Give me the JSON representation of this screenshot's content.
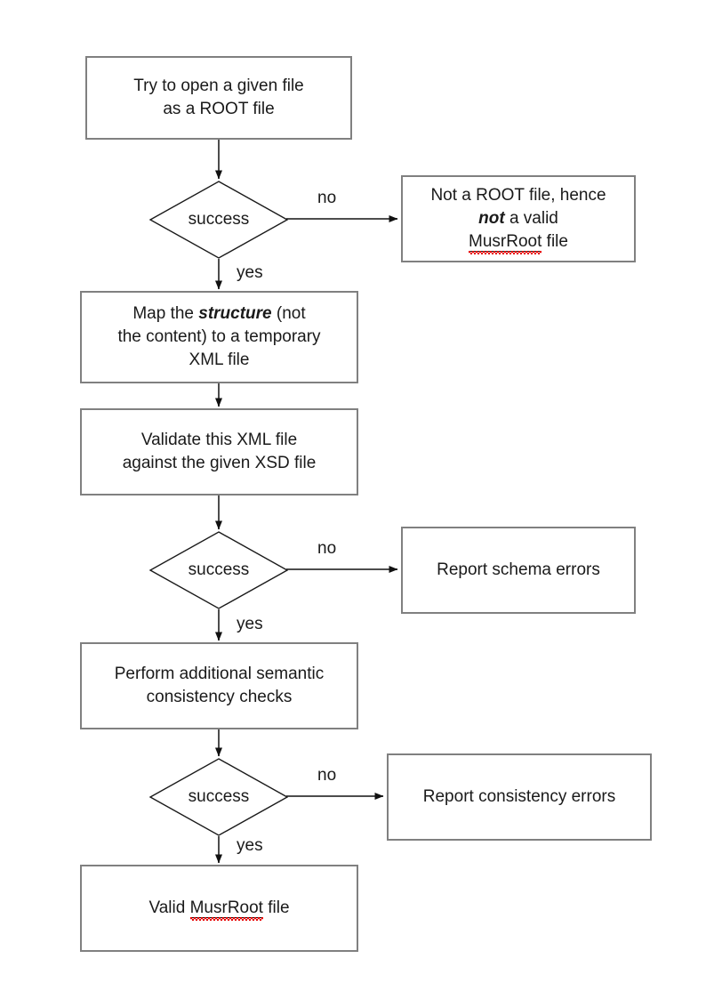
{
  "diagram": {
    "type": "flowchart",
    "title": "MusrRoot file validation flowchart",
    "colors": {
      "box_border": "#808080",
      "diamond_border": "#1a1a1a",
      "edge": "#4d4d4d",
      "text": "#1a1a1a",
      "spellcheck_underline": "#e60000",
      "background": "#ffffff"
    },
    "nodes": {
      "open_root": {
        "shape": "process",
        "line1": "Try to open a given file",
        "line2": "as a ROOT file"
      },
      "decision_open": {
        "shape": "decision",
        "label": "success"
      },
      "not_root": {
        "shape": "process",
        "line1": "Not a ROOT file, hence",
        "line2_em": "not",
        "line2_rest": " a valid",
        "line3_word": "MusrRoot",
        "line3_rest": " file"
      },
      "map_structure": {
        "shape": "process",
        "line1_pre": "Map the ",
        "line1_em": "structure",
        "line1_post": " (not",
        "line2": "the content) to a temporary",
        "line3": "XML file"
      },
      "validate_xsd": {
        "shape": "process",
        "line1": "Validate this XML file",
        "line2": "against the given XSD file"
      },
      "decision_schema": {
        "shape": "decision",
        "label": "success"
      },
      "report_schema": {
        "shape": "process",
        "line1": "Report schema errors"
      },
      "semantic_checks": {
        "shape": "process",
        "line1": "Perform additional semantic",
        "line2": "consistency checks"
      },
      "decision_consistency": {
        "shape": "decision",
        "label": "success"
      },
      "report_consistency": {
        "shape": "process",
        "line1": "Report consistency errors"
      },
      "valid_musrroot": {
        "shape": "terminal",
        "line1_pre": "Valid ",
        "line1_word": "MusrRoot",
        "line1_post": " file"
      }
    },
    "edge_labels": {
      "no_1": "no",
      "yes_1": "yes",
      "no_2": "no",
      "yes_2": "yes",
      "no_3": "no",
      "yes_3": "yes"
    }
  }
}
